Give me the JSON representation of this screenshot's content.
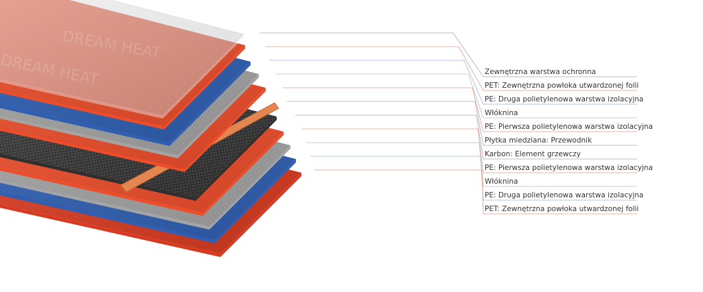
{
  "layers": [
    {
      "label": "Zewnętrzna warstwa ochronna",
      "color": "#eeeeee",
      "line_color": "#a9a9a9"
    },
    {
      "label": "PET: Zewnętrzna powłoka utwardzonej folii",
      "color": "#ee4d2a",
      "line_color": "#e59a8c"
    },
    {
      "label": "PE: Druga polietylenowa warstwa izolacyjna",
      "color": "#2e5fb3",
      "line_color": "#9bb1d8"
    },
    {
      "label": "Włóknina",
      "color": "#a4a4a4",
      "line_color": "#bdbdbd"
    },
    {
      "label": "PE: Pierwsza polietylenowa warstwa izolacyjna",
      "color": "#ee4d2a",
      "line_color": "#e59a8c"
    },
    {
      "label": "Płytka miedziana:  Przewodnik",
      "color": "#e48650",
      "line_color": "#a9a9a9"
    },
    {
      "label": "Karbon: Element grzewczy",
      "color": "#2f2f2f",
      "line_color": "#a9a9a9"
    },
    {
      "label": "PE: Pierwsza polietylenowa warstwa izolacyjna",
      "color": "#ee4d2a",
      "line_color": "#e59a8c"
    },
    {
      "label": "Włóknina",
      "color": "#a4a4a4",
      "line_color": "#bdbdbd"
    },
    {
      "label": "PE: Druga polietylenowa warstwa izolacyjna",
      "color": "#2e5fb3",
      "line_color": "#9bb1d8"
    },
    {
      "label": "PET: Zewnętrzna powłoka utwardzonej folii",
      "color": "#d93a1f",
      "line_color": "#e59a8c"
    }
  ],
  "print": {
    "brand_text": "DREAM HEAT"
  }
}
